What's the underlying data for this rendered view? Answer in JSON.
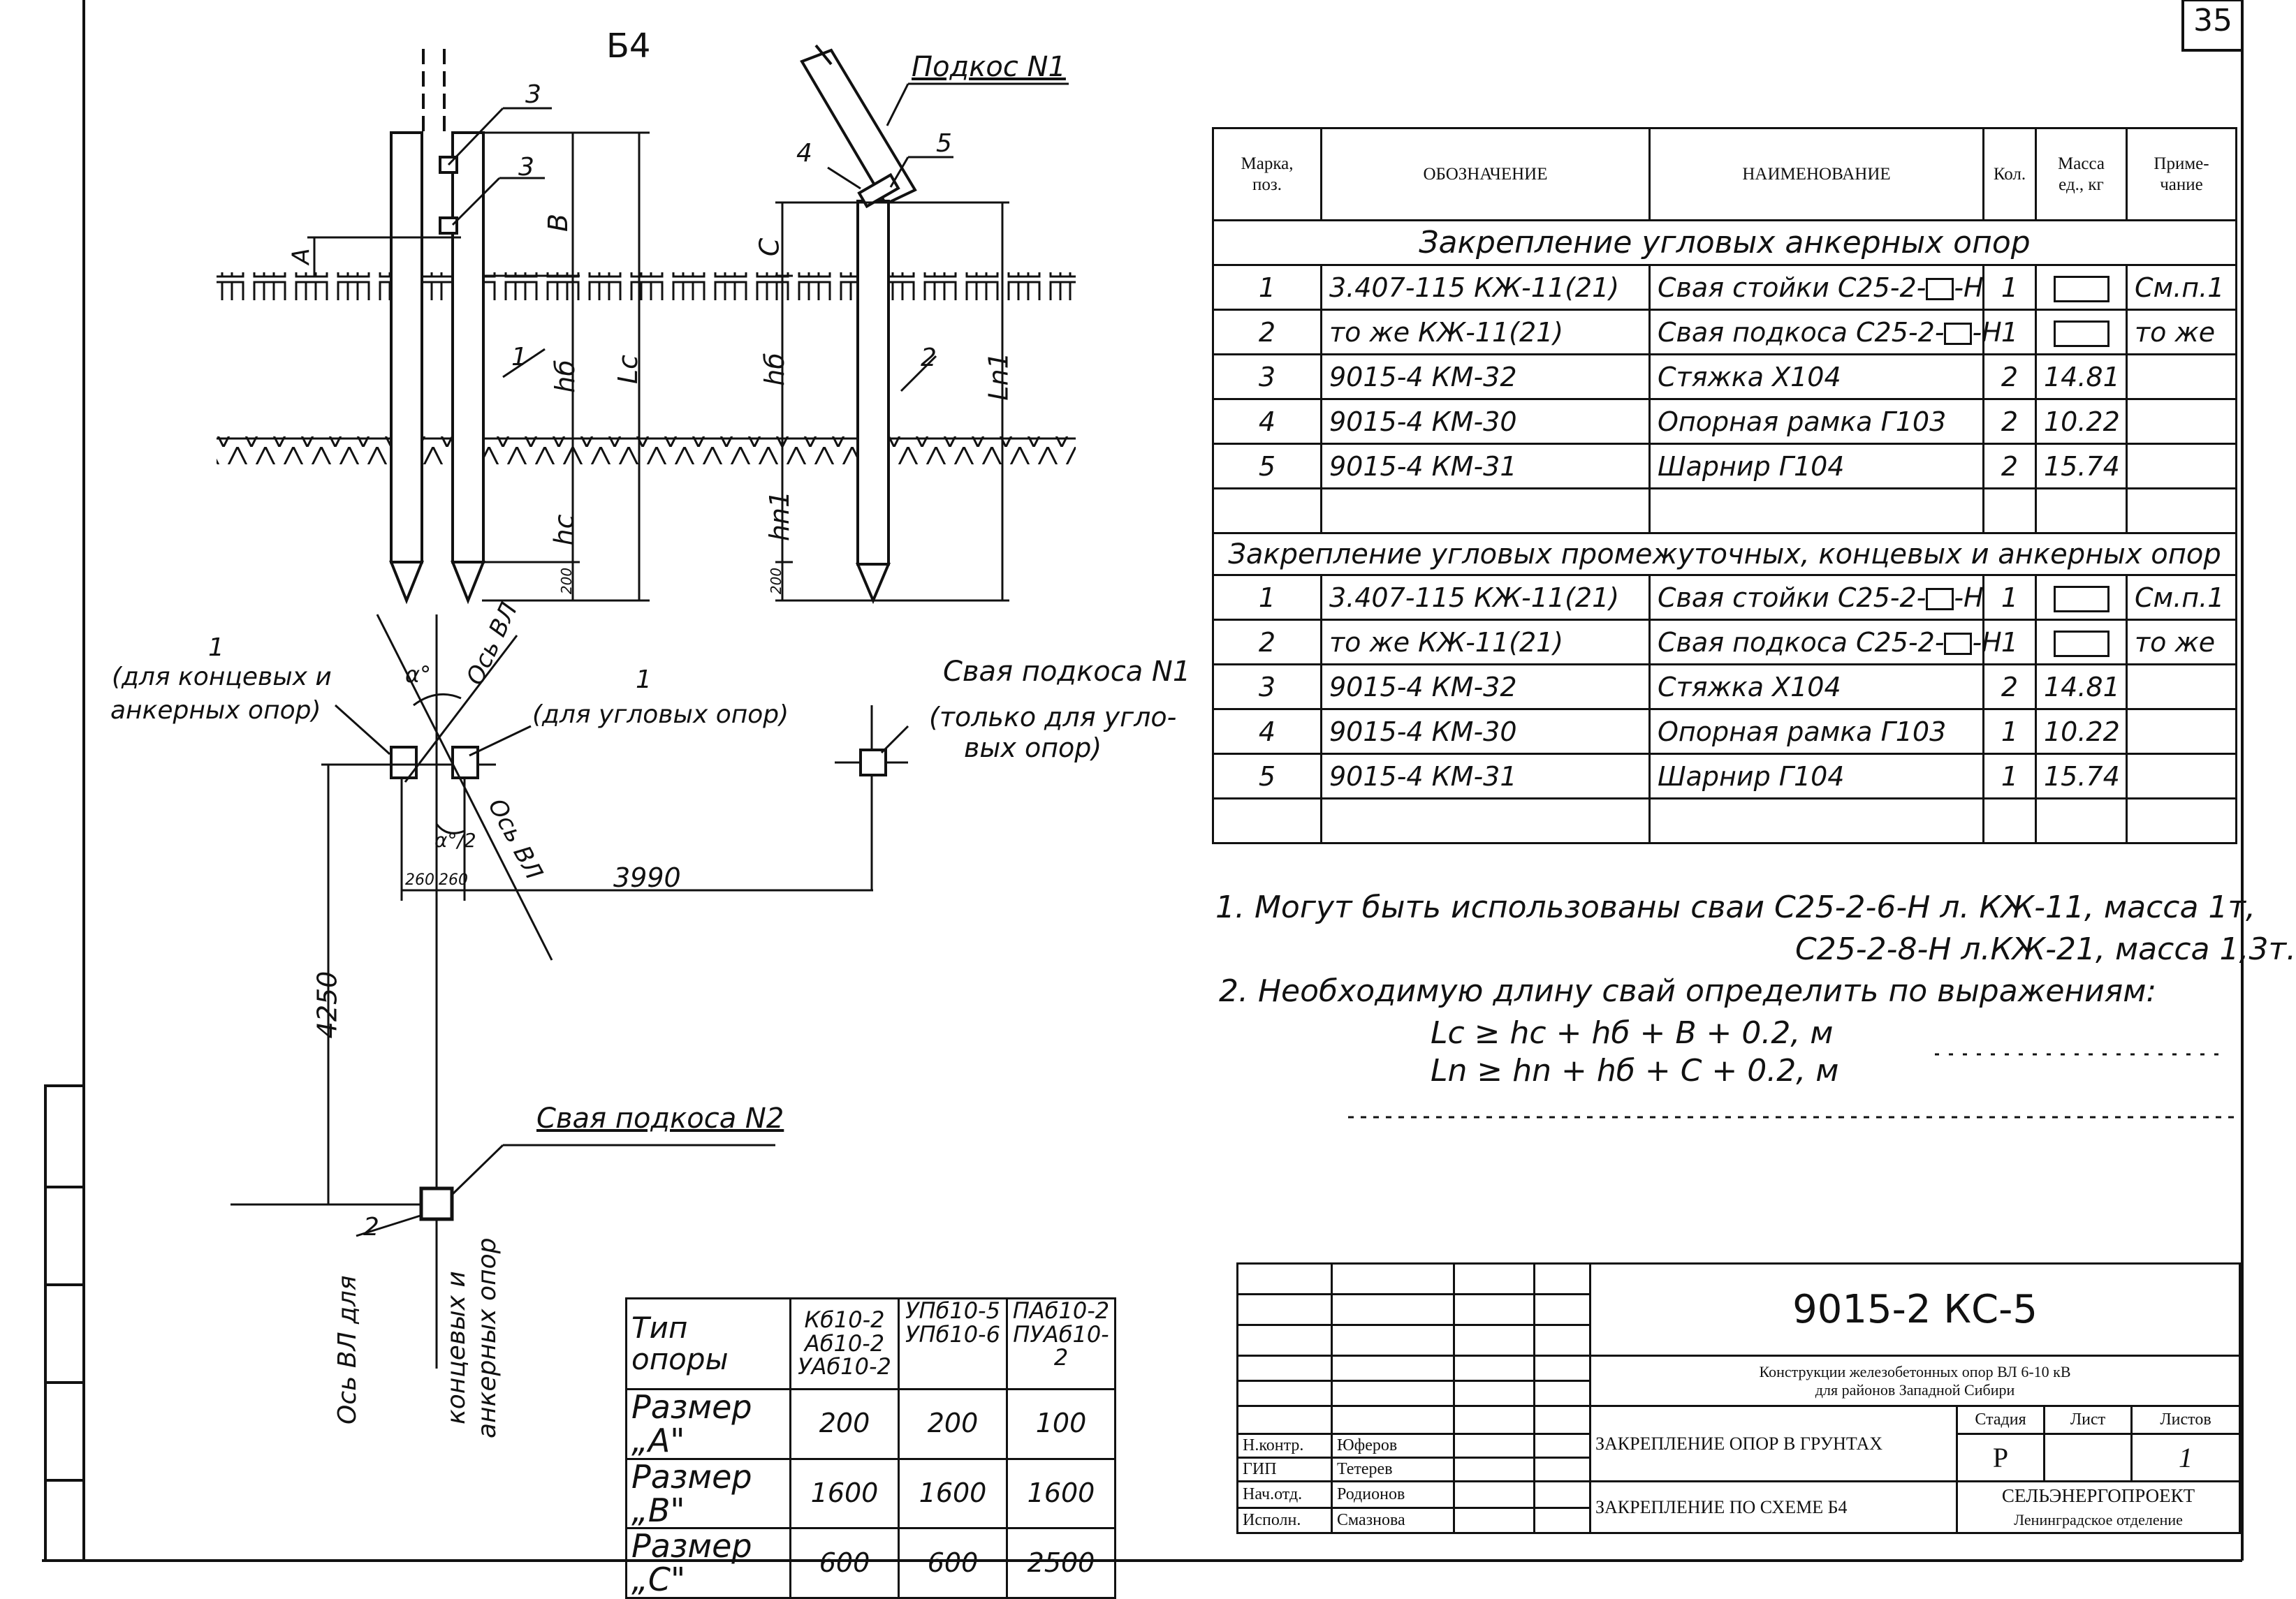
{
  "sheet": {
    "page_number": "35",
    "scheme_label": "Б4"
  },
  "drawing": {
    "labels": {
      "brace1": "Подкос N1",
      "callout_3a": "3",
      "callout_3b": "3",
      "callout_4": "4",
      "callout_5": "5",
      "callout_1": "1",
      "callout_2": "2",
      "dim_A": "A",
      "dim_B": "B",
      "dim_C": "C",
      "dim_hb_left": "hб",
      "dim_Lc": "Lc",
      "dim_hc": "hc",
      "dim_hb_right": "hб",
      "dim_Ln1": "Ln1",
      "dim_hn1": "hn1",
      "dim_200_left": "200",
      "dim_200_right": "200"
    },
    "plan": {
      "note_end_1": "1",
      "note_end": "(для концевых и анкерных опор)",
      "note_end_l1": "(для концевых и",
      "note_end_l2": "анкерных опор)",
      "note_corner_1": "1",
      "note_corner": "(для угловых опор)",
      "brace_pile_1": "Свая подкоса N1",
      "brace_pile_1_note_l1": "(только для угло-",
      "brace_pile_1_note_l2": "вых опор)",
      "axis_vl_top": "Ось ВЛ",
      "axis_vl_bottom": "Ось ВЛ",
      "alpha": "α°",
      "alpha_half": "α°/2",
      "dim_260a": "260",
      "dim_260b": "260",
      "dim_3990": "3990",
      "dim_4250": "4250",
      "brace_pile_2": "Свая подкоса N2",
      "callout_2": "2",
      "axis_end_l1": "Ось ВЛ для",
      "axis_end_l2": "концевых и",
      "axis_end_l3": "анкерных опор"
    }
  },
  "spec_table": {
    "headers": [
      "Марка, поз.",
      "ОБОЗНАЧЕНИЕ",
      "НАИМЕНОВАНИЕ",
      "Кол.",
      "Масса ед., кг",
      "Приме-чание"
    ],
    "header_lines": {
      "mark": [
        "Марка,",
        "поз."
      ],
      "mass": [
        "Масса",
        "ед., кг"
      ],
      "note": [
        "Приме-",
        "чание"
      ]
    },
    "section1": "Закрепление угловых анкерных опор",
    "rows1": [
      {
        "pos": "1",
        "code": "3.407-115  КЖ-11(21)",
        "name_pre": "Свая стойки С25-2-",
        "name_post": "-Н",
        "qty": "1",
        "mass": "",
        "note": "См.п.1"
      },
      {
        "pos": "2",
        "code": "то же  КЖ-11(21)",
        "name_pre": "Свая подкоса С25-2-",
        "name_post": "-Н",
        "qty": "1",
        "mass": "",
        "note": "то же"
      },
      {
        "pos": "3",
        "code": "9015-4  КМ-32",
        "name_pre": "Стяжка Х104",
        "name_post": "",
        "qty": "2",
        "mass": "14.81",
        "note": ""
      },
      {
        "pos": "4",
        "code": "9015-4  КМ-30",
        "name_pre": "Опорная рамка Г103",
        "name_post": "",
        "qty": "2",
        "mass": "10.22",
        "note": ""
      },
      {
        "pos": "5",
        "code": "9015-4  КМ-31",
        "name_pre": "Шарнир Г104",
        "name_post": "",
        "qty": "2",
        "mass": "15.74",
        "note": ""
      }
    ],
    "section2": "Закрепление угловых промежуточных, концевых и анкерных опор",
    "rows2": [
      {
        "pos": "1",
        "code": "3.407-115  КЖ-11(21)",
        "name_pre": "Свая стойки С25-2-",
        "name_post": "-Н",
        "qty": "1",
        "mass": "",
        "note": "См.п.1"
      },
      {
        "pos": "2",
        "code": "то же  КЖ-11(21)",
        "name_pre": "Свая подкоса С25-2-",
        "name_post": "-Н",
        "qty": "1",
        "mass": "",
        "note": "то же"
      },
      {
        "pos": "3",
        "code": "9015-4  КМ-32",
        "name_pre": "Стяжка Х104",
        "name_post": "",
        "qty": "2",
        "mass": "14.81",
        "note": ""
      },
      {
        "pos": "4",
        "code": "9015-4  КМ-30",
        "name_pre": "Опорная рамка Г103",
        "name_post": "",
        "qty": "1",
        "mass": "10.22",
        "note": ""
      },
      {
        "pos": "5",
        "code": "9015-4  КМ-31",
        "name_pre": "Шарнир Г104",
        "name_post": "",
        "qty": "1",
        "mass": "15.74",
        "note": ""
      }
    ]
  },
  "notes": {
    "n1_l1": "1. Могут быть использованы сваи С25-2-6-Н л. КЖ-11, масса 1т,",
    "n1_l2": "С25-2-8-Н л.КЖ-21, масса 1,3т.",
    "n2": "2. Необходимую длину свай определить по выражениям:",
    "f1": "Lc ≥ hc + hб + B + 0.2, м",
    "f2": "Ln ≥ hn + hб + C + 0.2, м"
  },
  "sizes_table": {
    "col_label": "Тип опоры",
    "col1": [
      "Кб10-2",
      "Аб10-2",
      "УАб10-2"
    ],
    "col2": [
      "УПб10-5",
      "УПб10-6"
    ],
    "col3": [
      "ПАб10-2",
      "ПУАб10-2"
    ],
    "rows": [
      {
        "label": "Размер „A\"",
        "v": [
          "200",
          "200",
          "100"
        ]
      },
      {
        "label": "Размер „B\"",
        "v": [
          "1600",
          "1600",
          "1600"
        ]
      },
      {
        "label": "Размер „C\"",
        "v": [
          "600",
          "600",
          "2500"
        ]
      }
    ]
  },
  "title_block": {
    "code": "9015-2 КС-5",
    "project_l1": "Конструкции железобетонных опор ВЛ 6-10 кВ",
    "project_l2": "для районов Западной Сибири",
    "title1": "ЗАКРЕПЛЕНИЕ ОПОР В ГРУНТАХ",
    "title2": "ЗАКРЕПЛЕНИЕ ПО СХЕМЕ Б4",
    "stage_h": "Стадия",
    "sheet_h": "Лист",
    "sheets_h": "Листов",
    "stage": "Р",
    "sheets": "1",
    "org1": "СЕЛЬЭНЕРГОПРОЕКТ",
    "org2": "Ленинградское отделение",
    "people": [
      {
        "role": "Н.контр.",
        "name": "Юферов"
      },
      {
        "role": "ГИП",
        "name": "Тетерев"
      },
      {
        "role": "Нач.отд.",
        "name": "Родионов"
      },
      {
        "role": "Исполн.",
        "name": "Смазнова"
      }
    ]
  }
}
